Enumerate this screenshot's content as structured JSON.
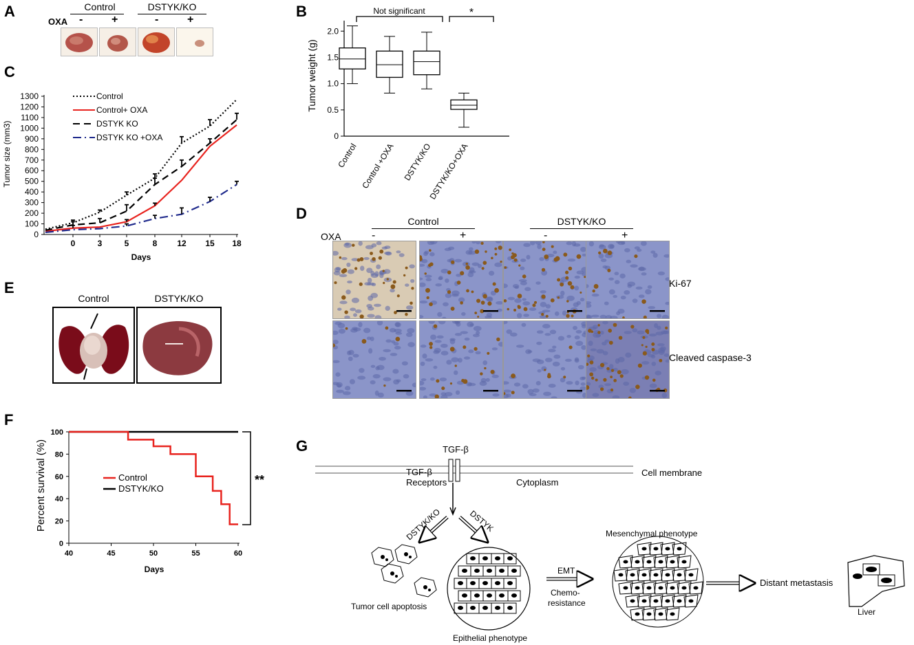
{
  "panels": {
    "A": "A",
    "B": "B",
    "C": "C",
    "D": "D",
    "E": "E",
    "F": "F",
    "G": "G"
  },
  "panel_a": {
    "groups": [
      "Control",
      "DSTYK/KO"
    ],
    "oxa_label": "OXA",
    "signs": [
      "-",
      "+",
      "-",
      "+"
    ]
  },
  "panel_d": {
    "groups": [
      "Control",
      "DSTYK/KO"
    ],
    "oxa_label": "OXA",
    "signs": [
      "-",
      "+",
      "-",
      "+"
    ],
    "rows": [
      "Ki-67",
      "Cleaved caspase-3"
    ],
    "colors": {
      "hema": "#8b95c9",
      "dab": "#8a5a1c"
    }
  },
  "panel_e": {
    "labels": [
      "Control",
      "DSTYK/KO"
    ]
  },
  "chart_data": [
    {
      "id": "B",
      "type": "box",
      "ylabel": "Tumor weight (g)",
      "categories": [
        "Control",
        "Control +OXA",
        "DSTYK/KO",
        "DSTYK/KO+OXA"
      ],
      "yticks": [
        "0",
        "0.5",
        "1.0",
        "1.5",
        "2.0"
      ],
      "ylim": [
        0,
        2.2
      ],
      "boxes": [
        {
          "min": 1.0,
          "q1": 1.28,
          "median": 1.47,
          "q3": 1.68,
          "max": 2.1
        },
        {
          "min": 0.82,
          "q1": 1.12,
          "median": 1.36,
          "q3": 1.62,
          "max": 1.9
        },
        {
          "min": 0.9,
          "q1": 1.17,
          "median": 1.42,
          "q3": 1.62,
          "max": 1.98
        },
        {
          "min": 0.17,
          "q1": 0.51,
          "median": 0.59,
          "q3": 0.69,
          "max": 0.82
        }
      ],
      "annotations": [
        "Not significant",
        "*"
      ]
    },
    {
      "id": "C",
      "type": "line",
      "ylabel": "Tumor size (mm3)",
      "xlabel": "Days",
      "x": [
        -3,
        0,
        3,
        5,
        8,
        12,
        15,
        18
      ],
      "xticks": [
        "0",
        "3",
        "5",
        "8",
        "12",
        "15",
        "18"
      ],
      "yticks": [
        "0",
        "100",
        "200",
        "300",
        "400",
        "500",
        "600",
        "700",
        "800",
        "900",
        "1000",
        "1100",
        "1200",
        "1300"
      ],
      "ylim": [
        0,
        1300
      ],
      "series": [
        {
          "name": "Control",
          "values": [
            50,
            110,
            210,
            370,
            530,
            860,
            1020,
            1270
          ],
          "err": [
            0,
            25,
            20,
            30,
            40,
            60,
            60,
            0
          ],
          "color": "#000",
          "dash": "2,3"
        },
        {
          "name": "Control+ OXA",
          "values": [
            30,
            60,
            70,
            120,
            270,
            510,
            830,
            1030
          ],
          "err": [
            0,
            25,
            0,
            20,
            25,
            0,
            0,
            0
          ],
          "color": "#e8231e",
          "dash": ""
        },
        {
          "name": "DSTYK KO",
          "values": [
            40,
            90,
            110,
            220,
            470,
            640,
            860,
            1080
          ],
          "err": [
            0,
            30,
            40,
            60,
            60,
            60,
            40,
            60
          ],
          "color": "#000",
          "dash": "10,6"
        },
        {
          "name": "DSTYK KO +OXA",
          "values": [
            20,
            45,
            55,
            80,
            150,
            190,
            310,
            470
          ],
          "err": [
            0,
            0,
            0,
            20,
            30,
            60,
            40,
            30
          ],
          "color": "#1f2a8c",
          "dash": "12,5,2,5"
        }
      ]
    },
    {
      "id": "F",
      "type": "step",
      "ylabel": "Percent survival (%)",
      "xlabel": "Days",
      "xticks": [
        "40",
        "45",
        "50",
        "55",
        "60"
      ],
      "yticks": [
        "0",
        "20",
        "40",
        "60",
        "80",
        "100"
      ],
      "xlim": [
        40,
        60
      ],
      "ylim": [
        0,
        100
      ],
      "series": [
        {
          "name": "Control",
          "color": "#e8231e",
          "points": [
            [
              40,
              100
            ],
            [
              47,
              100
            ],
            [
              47,
              93
            ],
            [
              50,
              93
            ],
            [
              50,
              87
            ],
            [
              52,
              87
            ],
            [
              52,
              80
            ],
            [
              55,
              80
            ],
            [
              55,
              60
            ],
            [
              57,
              60
            ],
            [
              57,
              47
            ],
            [
              58,
              47
            ],
            [
              58,
              35
            ],
            [
              59,
              35
            ],
            [
              59,
              17
            ],
            [
              60,
              17
            ]
          ]
        },
        {
          "name": "DSTYK/KO",
          "color": "#000",
          "points": [
            [
              40,
              100
            ],
            [
              60,
              100
            ]
          ]
        }
      ],
      "annotation": "**"
    }
  ],
  "panel_g": {
    "tgfb": "TGF-β",
    "receptor_l1": "TGF-β",
    "receptor_l2": "Receptors",
    "cytoplasm": "Cytoplasm",
    "membrane": "Cell membrane",
    "dstyk_ko": "DSTYK/KO",
    "dstyk": "DSTYK",
    "apoptosis": "Tumor cell apoptosis",
    "epithelial": "Epithelial phenotype",
    "emt": "EMT",
    "chemo1": "Chemo-",
    "chemo2": "resistance",
    "mesenchymal": "Mesenchymal phenotype",
    "metastasis": "Distant metastasis",
    "liver": "Liver"
  }
}
